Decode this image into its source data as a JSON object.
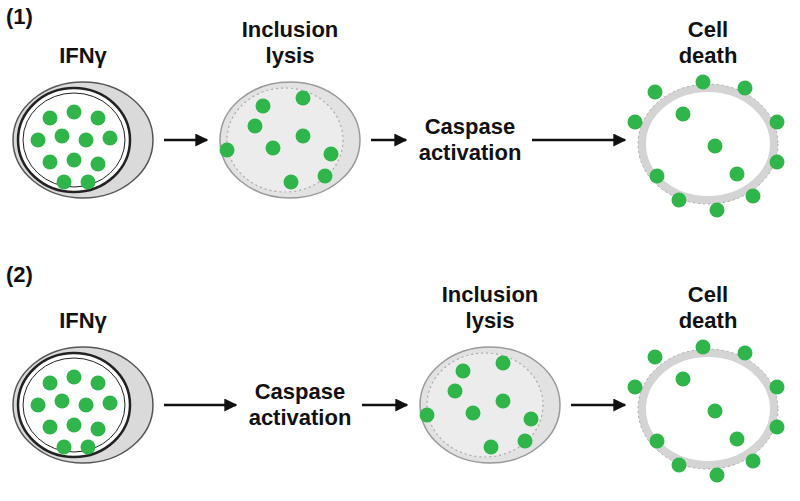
{
  "diagram": {
    "nodes": [
      {
        "text": [
          "IFNγ"
        ]
      },
      {
        "text": [
          "Inclusion lysis"
        ]
      },
      {
        "text": [
          "Caspase activation"
        ]
      },
      {
        "text": [
          "Cell death"
        ]
      },
      {
        "text": [
          "IFNγ"
        ]
      },
      {
        "text": [
          "Caspase activation"
        ]
      },
      {
        "text": [
          "Inclusion lysis"
        ]
      },
      {
        "text": [
          "Cell death"
        ]
      }
    ],
    "edges": [
      {
        "from": 0,
        "to": 1,
        "arrow": "to"
      },
      {
        "from": 1,
        "to": 2,
        "arrow": "to"
      },
      {
        "from": 2,
        "to": 3,
        "arrow": "to"
      },
      {
        "from": 4,
        "to": 5,
        "arrow": "to"
      },
      {
        "from": 5,
        "to": 6,
        "arrow": "to"
      },
      {
        "from": 6,
        "to": 7,
        "arrow": "to"
      }
    ],
    "labels": [
      "(1)",
      "(2)"
    ]
  }
}
